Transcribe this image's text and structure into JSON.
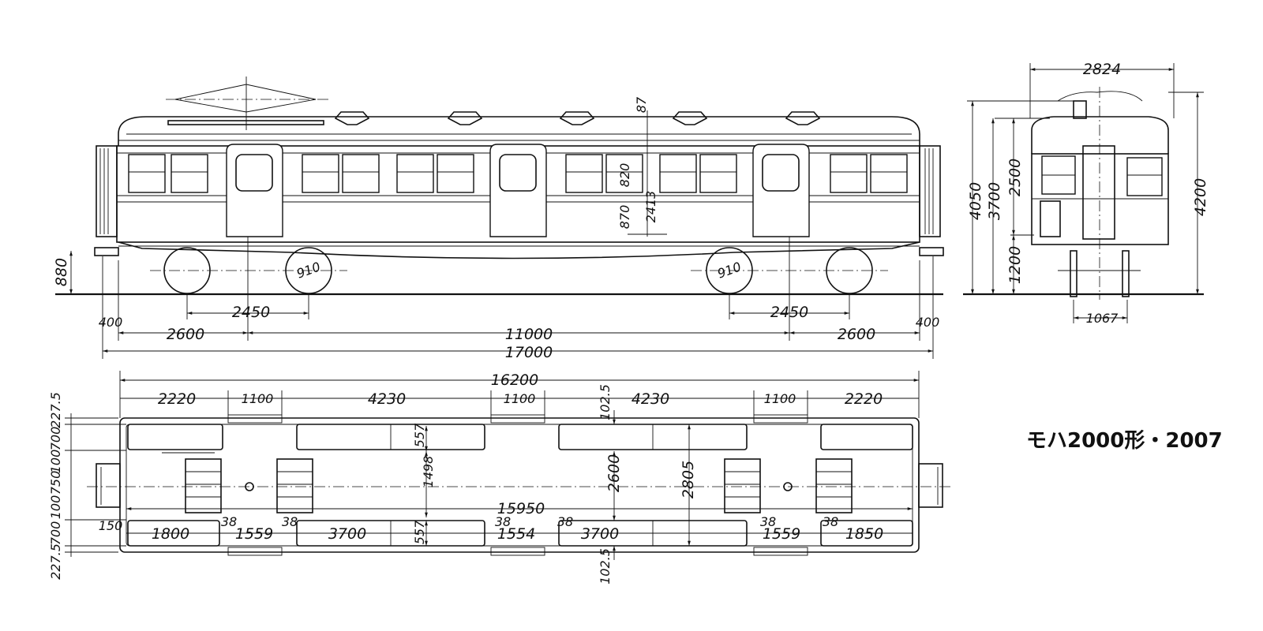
{
  "title": "モハ2000形・2007",
  "side_view": {
    "overall_length": "17000",
    "truck_center": "11000",
    "end_to_truck_left": "2600",
    "end_to_truck_right": "2600",
    "overhang_left": "400",
    "overhang_right": "400",
    "wheelbase_left": "2450",
    "wheelbase_right": "2450",
    "wheel_dia_left": "910",
    "wheel_dia_right": "910",
    "coupler_height": "880",
    "roof_vent": "87",
    "window_height": "820",
    "sill_height": "870",
    "floor_to_roof": "2413"
  },
  "end_view": {
    "width": "2824",
    "height_total": "4200",
    "height_4050": "4050",
    "height_3700": "3700",
    "height_2500": "2500",
    "floor_height": "1200",
    "gauge": "1067"
  },
  "plan_view": {
    "body_length": "16200",
    "inner_length": "15950",
    "top_segments": [
      "2220",
      "1100",
      "4230",
      "1100",
      "4230",
      "1100",
      "2220"
    ],
    "bottom_segments": [
      "1800",
      "1559",
      "3700",
      "1554",
      "3700",
      "1559",
      "1850"
    ],
    "small_38": [
      "38",
      "38",
      "38",
      "38",
      "38",
      "38"
    ],
    "left_dims": [
      "227.5",
      "700",
      "100",
      "750",
      "100",
      "700",
      "227.5"
    ],
    "end_150": "150",
    "seat_depth_top": "557",
    "seat_depth_bottom": "557",
    "aisle_1498": "1498",
    "inner_2600": "2600",
    "inner_2805": "2805",
    "wall_top": "102.5",
    "wall_bottom": "102.5"
  }
}
